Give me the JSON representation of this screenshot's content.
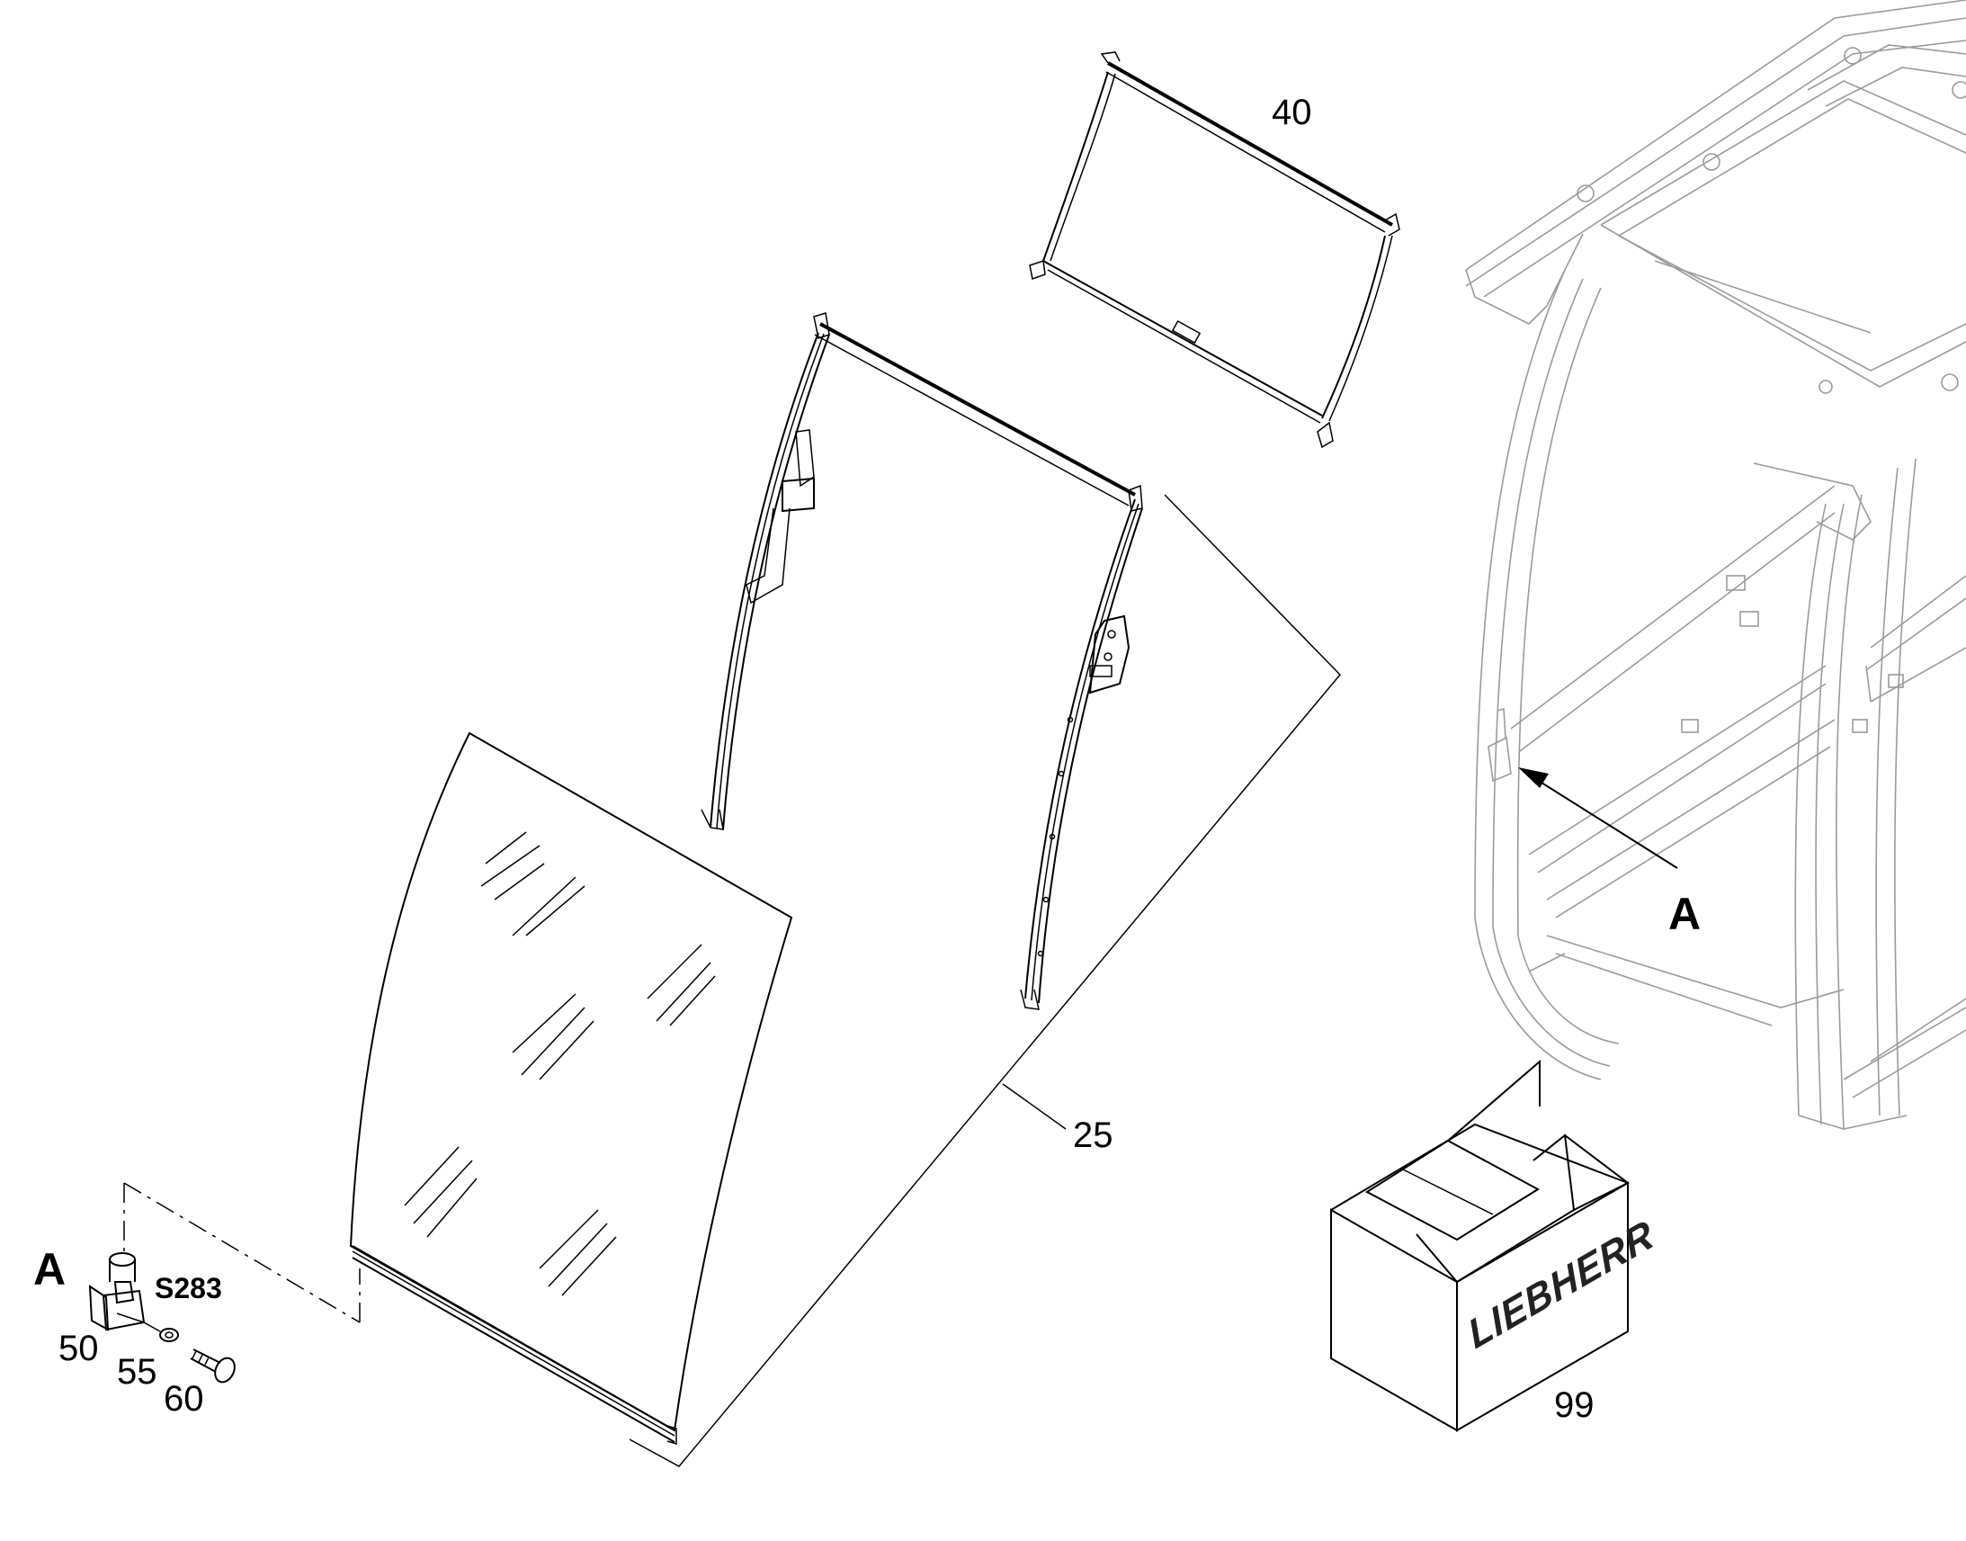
{
  "labels": {
    "part_25": "25",
    "part_40": "40",
    "part_50": "50",
    "part_55": "55",
    "part_60": "60",
    "part_99": "99",
    "switch_code": "S283",
    "detail_ref_left": "A",
    "detail_ref_right": "A"
  },
  "brand": "LIEBHERR",
  "colors": {
    "line": "#000000",
    "cab_outline": "#9a9a9a",
    "background": "#ffffff"
  }
}
